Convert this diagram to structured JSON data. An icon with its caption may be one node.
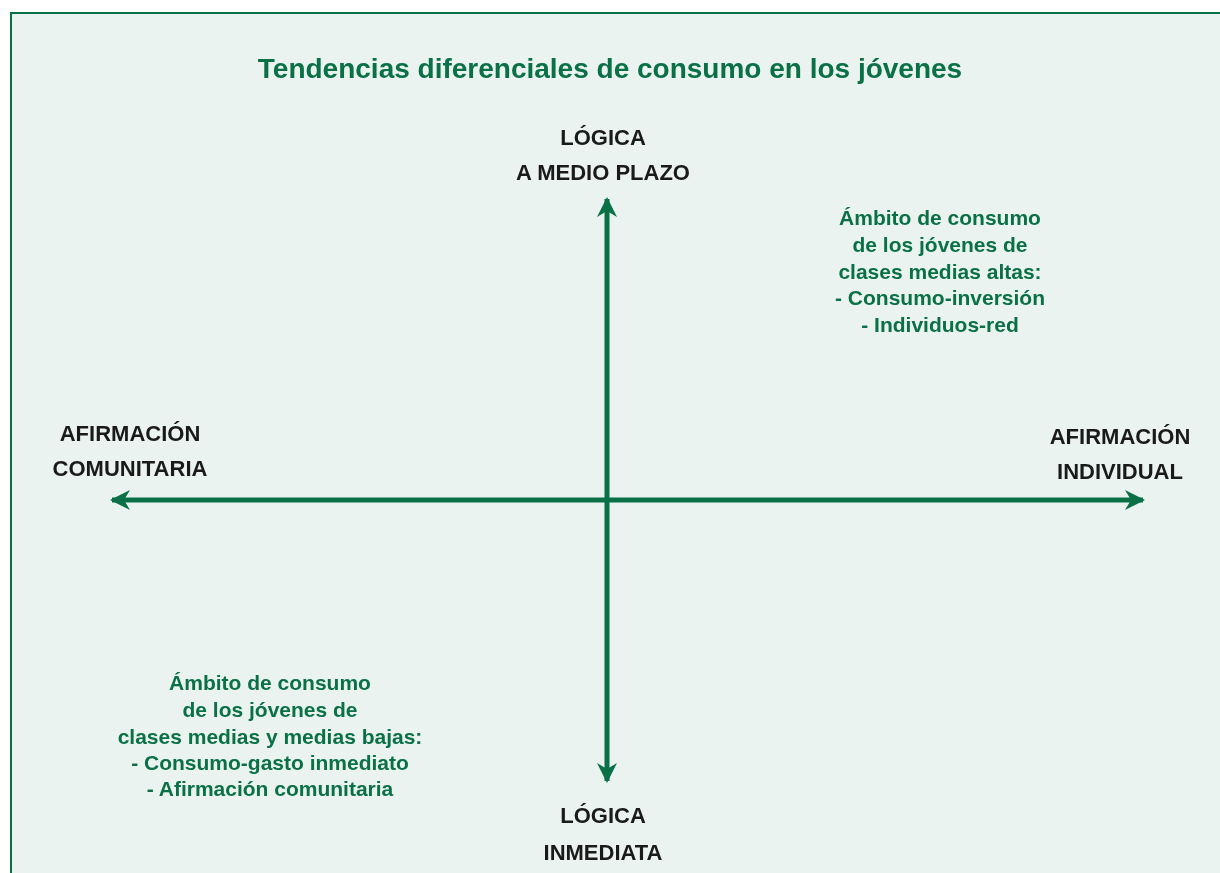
{
  "diagram": {
    "title": "Tendencias diferenciales de consumo en los jóvenes",
    "labels": [
      "LÓGICA",
      "A MEDIO PLAZO",
      "Ámbito de consumo",
      "de los jóvenes de",
      "clases medias altas:",
      "- Consumo-inversión",
      "- Individuos-red",
      "AFIRMACIÓN",
      "COMUNITARIA",
      "AFIRMACIÓN",
      "INDIVIDUAL",
      "Ámbito de consumo",
      "de los jóvenes de",
      "clases medias y medias bajas:",
      "- Consumo-gasto inmediato",
      "- Afirmación comunitaria",
      "LÓGICA",
      "INMEDIATA"
    ]
  }
}
